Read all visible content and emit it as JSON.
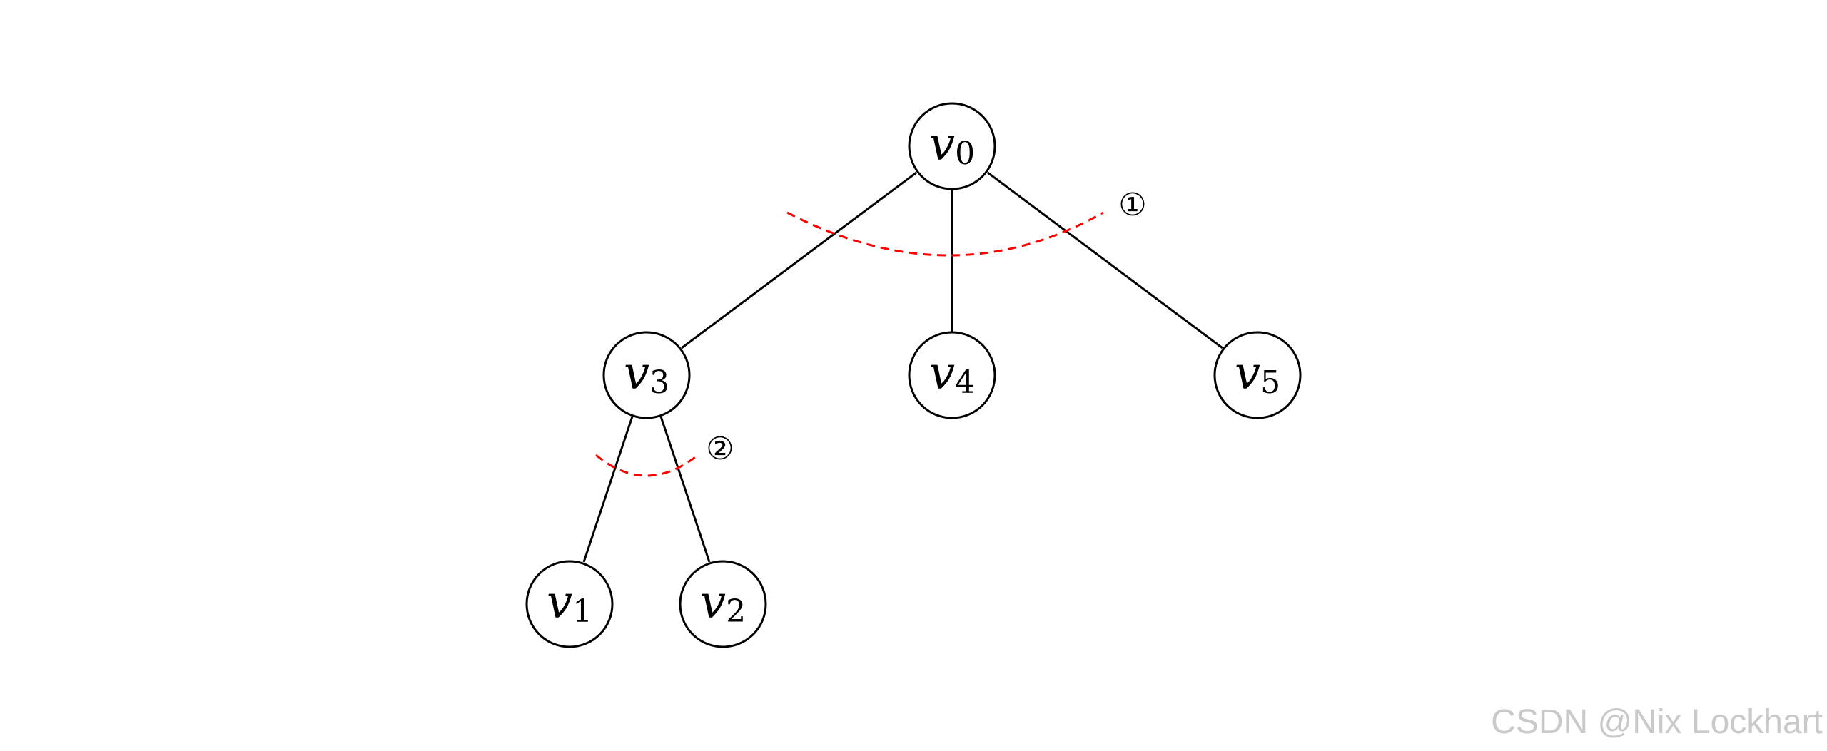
{
  "nodes": [
    {
      "id": "v0",
      "letter": "v",
      "sub": "0"
    },
    {
      "id": "v3",
      "letter": "v",
      "sub": "3"
    },
    {
      "id": "v4",
      "letter": "v",
      "sub": "4"
    },
    {
      "id": "v5",
      "letter": "v",
      "sub": "5"
    },
    {
      "id": "v1",
      "letter": "v",
      "sub": "1"
    },
    {
      "id": "v2",
      "letter": "v",
      "sub": "2"
    }
  ],
  "edges": [
    {
      "from": "v0",
      "to": "v3"
    },
    {
      "from": "v0",
      "to": "v4"
    },
    {
      "from": "v0",
      "to": "v5"
    },
    {
      "from": "v3",
      "to": "v1"
    },
    {
      "from": "v3",
      "to": "v2"
    }
  ],
  "cuts": [
    {
      "label": "①",
      "style": "dashed"
    },
    {
      "label": "②",
      "style": "dashed"
    }
  ],
  "colors": {
    "cut": "#ff0000",
    "edge": "#000000",
    "watermark": "#c9c9c9"
  },
  "watermark": "CSDN @Nix Lockhart"
}
